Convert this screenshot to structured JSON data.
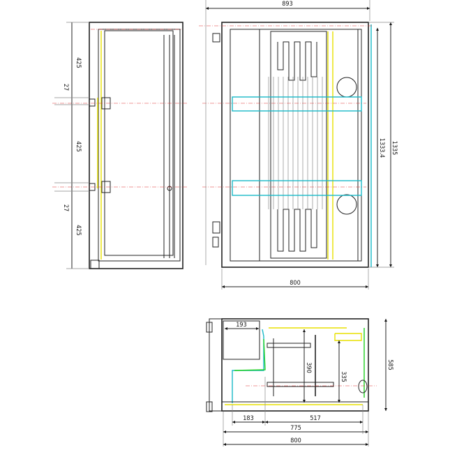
{
  "drawing": {
    "colors": {
      "line": "#222222",
      "yellow": "#e8e000",
      "cyan": "#18b8c8",
      "green": "#20d020",
      "center": "#e03030"
    },
    "side_view": {
      "dims": [
        "425",
        "27",
        "425",
        "27",
        "425"
      ]
    },
    "front_view": {
      "width_top": "893",
      "width_bottom": "800",
      "height_inner": "1333.4",
      "height_outer": "1335"
    },
    "plan_view": {
      "d193": "193",
      "d390": "390",
      "d335": "335",
      "d585": "585",
      "d183": "183",
      "d517": "517",
      "d775": "775",
      "d800": "800"
    }
  }
}
